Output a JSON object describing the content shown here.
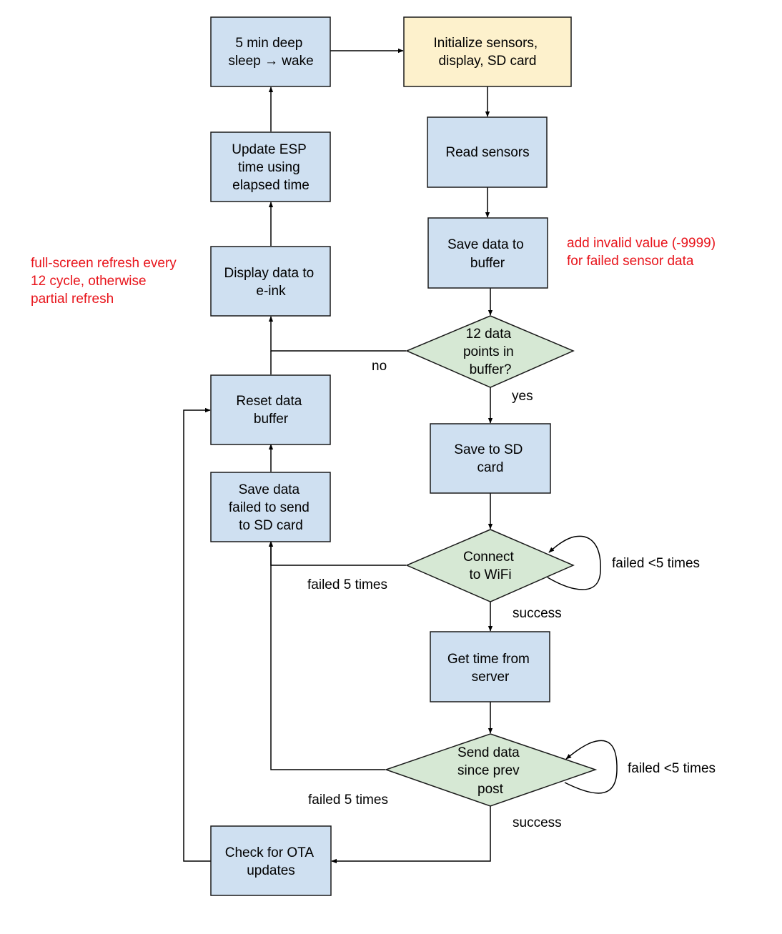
{
  "colors": {
    "process_fill": "#cfe0f1",
    "start_fill": "#fdf1cc",
    "decision_fill": "#d6e8d4",
    "note": "#e8141b",
    "line": "#000000"
  },
  "nodes": {
    "sleep": [
      "5 min deep",
      "sleep → wake"
    ],
    "init": [
      "Initialize sensors,",
      "display, SD card"
    ],
    "read": [
      "Read sensors"
    ],
    "save_buffer": [
      "Save data to",
      "buffer"
    ],
    "decision_12": [
      "12 data",
      "points in",
      "buffer?"
    ],
    "save_sd": [
      "Save to SD",
      "card"
    ],
    "wifi": [
      "Connect",
      "to WiFi"
    ],
    "get_time": [
      "Get time from",
      "server"
    ],
    "send": [
      "Send data",
      "since prev",
      "post"
    ],
    "ota": [
      "Check for OTA",
      "updates"
    ],
    "reset": [
      "Reset data",
      "buffer"
    ],
    "save_failed": [
      "Save data",
      "failed to send",
      "to SD card"
    ],
    "display": [
      "Display data to",
      "e-ink"
    ],
    "update_time": [
      "Update ESP",
      "time using",
      "elapsed time"
    ]
  },
  "edge_labels": {
    "no": "no",
    "yes": "yes",
    "wifi_retry": "failed <5 times",
    "wifi_fail": "failed 5 times",
    "wifi_success": "success",
    "send_retry": "failed <5 times",
    "send_fail": "failed 5 times",
    "send_success": "success"
  },
  "notes": {
    "invalid_value": [
      "add invalid value (-9999)",
      "for failed sensor data"
    ],
    "refresh": [
      "full-screen refresh every",
      "12 cycle, otherwise",
      "partial refresh"
    ]
  }
}
